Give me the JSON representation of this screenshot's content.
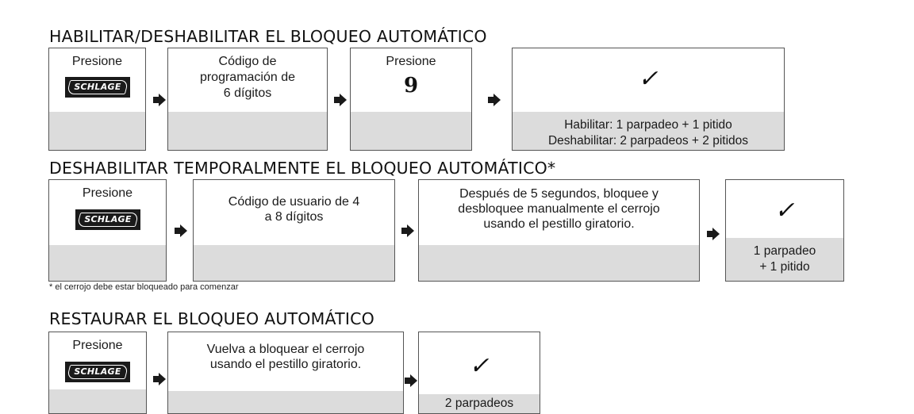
{
  "section1": {
    "heading": "HABILITAR/DESHABILITAR EL BLOQUEO AUTOMÁTICO",
    "step1_label": "Presione",
    "logo_text": "SCHLAGE",
    "step2_line1": "Código de",
    "step2_line2": "programación de",
    "step2_line3": "6 dígitos",
    "step3_label": "Presione",
    "step3_key": "9",
    "result_check": "✓",
    "result_line1": "Habilitar: 1 parpadeo + 1 pitido",
    "result_line2": "Deshabilitar: 2 parpadeos + 2 pitidos"
  },
  "section2": {
    "heading": "DESHABILITAR TEMPORALMENTE EL BLOQUEO AUTOMÁTICO*",
    "step1_label": "Presione",
    "logo_text": "SCHLAGE",
    "step2_line1": "Código de usuario de 4",
    "step2_line2": "a 8 dígitos",
    "step3_line1": "Después de 5 segundos, bloquee y",
    "step3_line2": "desbloquee manualmente el cerrojo",
    "step3_line3": "usando el pestillo giratorio.",
    "result_check": "✓",
    "result_line1": "1 parpadeo",
    "result_line2": "+ 1 pitido"
  },
  "footnote": "* el cerrojo debe estar bloqueado para comenzar",
  "section3": {
    "heading": "RESTAURAR EL BLOQUEO AUTOMÁTICO",
    "step1_label": "Presione",
    "logo_text": "SCHLAGE",
    "step2_line1": "Vuelva a bloquear el cerrojo",
    "step2_line2": "usando el pestillo giratorio.",
    "result_check": "✓",
    "result_line1": "2 parpadeos"
  }
}
